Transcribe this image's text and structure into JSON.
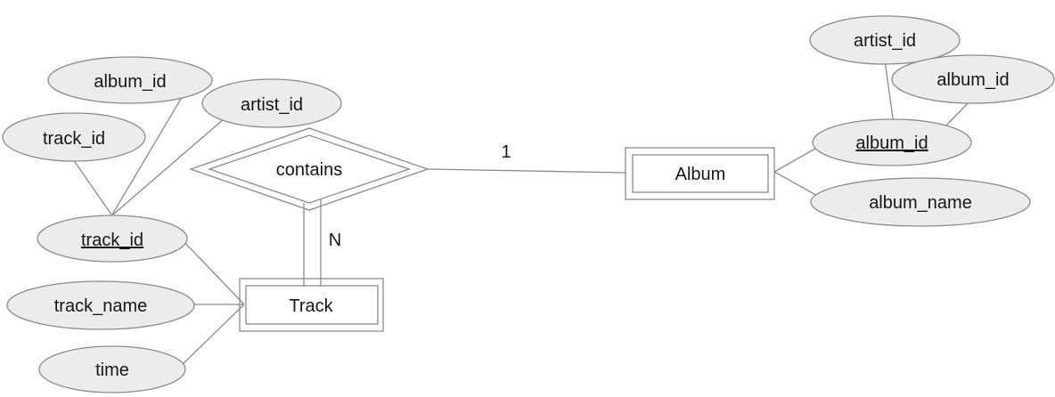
{
  "track": {
    "entity_label": "Track",
    "attributes": {
      "album_id": "album_id",
      "track_id_component": "track_id",
      "artist_id": "artist_id",
      "track_id_key": "track_id",
      "track_name": "track_name",
      "time": "time"
    }
  },
  "album": {
    "entity_label": "Album",
    "attributes": {
      "artist_id": "artist_id",
      "album_id_component": "album_id",
      "album_id_key": "album_id",
      "album_name": "album_name"
    }
  },
  "relationship": {
    "label": "contains",
    "cardinality_album_side": "1",
    "cardinality_track_side": "N"
  },
  "colors": {
    "background": "#ffffff",
    "attribute_fill": "#ececec",
    "shape_stroke": "#8a8a8a",
    "entity_fill": "#ffffff",
    "text": "#161616"
  }
}
